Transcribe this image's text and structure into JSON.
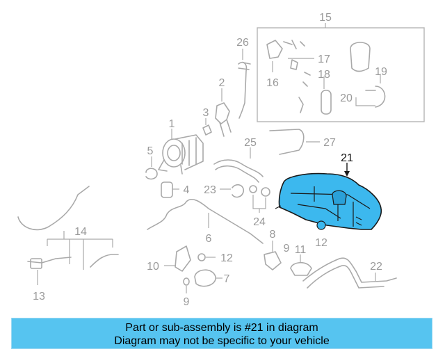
{
  "diagram": {
    "callouts": [
      "1",
      "2",
      "3",
      "4",
      "5",
      "6",
      "7",
      "8",
      "9",
      "10",
      "11",
      "12",
      "13",
      "14",
      "15",
      "16",
      "17",
      "18",
      "19",
      "20",
      "21",
      "22",
      "23",
      "24",
      "25",
      "26",
      "27"
    ],
    "highlighted_part": "21",
    "colors": {
      "part_stroke": "#a9a9a9",
      "highlight_fill": "#3cb8ee",
      "highlight_stroke": "#1a1a1a",
      "banner_bg": "#56c4f0"
    }
  },
  "banner": {
    "line1": "Part or sub-assembly is #21 in diagram",
    "line2": "Diagram may not be specific to your vehicle"
  }
}
